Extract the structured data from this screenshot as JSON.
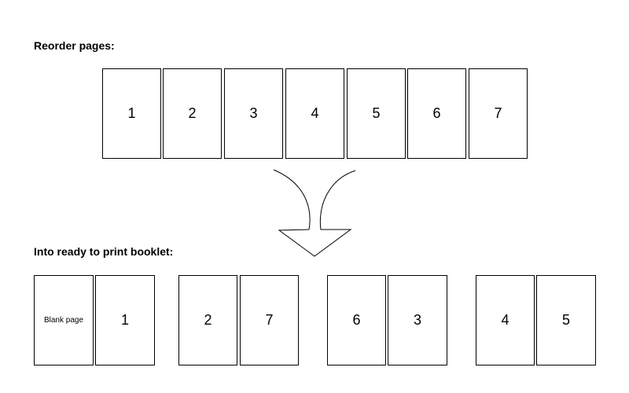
{
  "source": {
    "heading": "Reorder pages:",
    "pages": [
      "1",
      "2",
      "3",
      "4",
      "5",
      "6",
      "7"
    ]
  },
  "booklet": {
    "heading": "Into ready to print booklet:",
    "sheets": [
      [
        "Blank page",
        "1"
      ],
      [
        "2",
        "7"
      ],
      [
        "6",
        "3"
      ],
      [
        "4",
        "5"
      ]
    ]
  },
  "arrow": {
    "icon": "curved-merge-down-arrow-icon"
  }
}
